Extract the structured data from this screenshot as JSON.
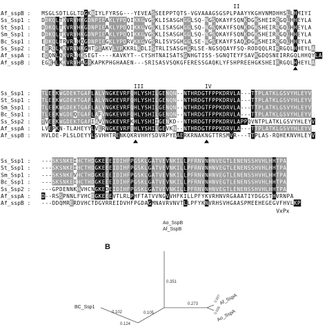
{
  "blocks": [
    {
      "seqs": [
        {
          "name": "Af_sspB",
          "text": "MSGLSDTLGLTDGKNIYLFYRSG---YEVEASSEEPPTQTS-VGVAAAGSGSPLPAAYYKGHVNMDHHSLLHMIYI"
        },
        {
          "name": "Ss_Ssp1",
          "text": "DDKQLTKVRVHKGDNPIEAKLYPDQIKKGVGSKLISASGHGGLSQ-NGSQKAYFSQNKDGKSHEIRRGQLHHEYLA"
        },
        {
          "name": "St_Ssp1",
          "text": "DDKQLTKVRVHKGDNPIEAKLYPDQIKKGVGSKLISASGHGGLSQ-NGSQKAYFSQNKDGKSHEIRRGQLHHEYLA"
        },
        {
          "name": "Sm_Ssp1",
          "text": "DDKQLTKVRVHKGDNPIEAKLYPDQIKKGVGSKLISASGHGGLSQ-NGSQKAYFSQNKDGKSHEIRRGQLHHEYLA"
        },
        {
          "name": "Bc_Ssp1",
          "text": "EDKQLTRVRLHQGDNPIEGKLYPDRVKKGVGSRLISVSGHGGLSE-NGSEKAYFSAQKDGKSHEIRRGQLHHEYLA"
        },
        {
          "name": "Ss_Ssp2",
          "text": "EDRQLMKVRVHKGHTPIAKVLYPKKRLKDLISTRLISASGHGRLSE-NGSQQAYFSQ-RODQQLRIRRGQLHHEYLA"
        },
        {
          "name": "Af_sspA",
          "text": "EDQNLQKVRLHKSEGT----KAVKYT--CYSHTNAISATSGNHGTISS-SGNQTEYFSAVKGDQSNEIRRGQLHHQYLA"
        },
        {
          "name": "Af_sspB",
          "text": "EGKHLKKVRVHAGDKAPKPHGHAAEN---SRISASVSQKGFERESSGAQKLYFSHPREEHGKSHEIRRGQLHHEYLA"
        }
      ],
      "markers": [
        {
          "label": "II",
          "col": 54
        }
      ],
      "arrows": [
        71
      ]
    },
    {
      "seqs": [
        {
          "name": "Ss_Ssp1",
          "text": "TLEEKWGDEKTGAFLALVNGKEVRFQHLYSHILGENQN--NTHRDGTFPPKDRVLA---TTPLATKLGSVYHLEYV"
        },
        {
          "name": "St_Ssp1",
          "text": "TLEEKWGDEKTGAFLALVNGKEVRFQHLYSHILGENQN--NTHRDGTFPPKDRVLA---TTPLATKLGSVYHLEYV"
        },
        {
          "name": "Sm_Ssp1",
          "text": "TLEEKWGDEKTGAFLALVNGKEVRFQHLYSHILGENQN--NTHRDGTFPPKDRVLA---TTPLATKLGSVYHLEYV"
        },
        {
          "name": "Bc_Ssp1",
          "text": "TLEEKWGDEQTGAFLAFVNGKEVRFQHLYSHILGENQN--NTHRDGTFPPKDRVLA---TTPLATKLGSVYHLEYV"
        },
        {
          "name": "Ss_Ssp2",
          "text": "TVEEKWGDEKTGAFIAVVNGKEVRFKHLYSHIIGENKD--NTHRDGTFPPKDRVLAPPQVNTPLATKLGSVYHLEYV"
        },
        {
          "name": "Af_sspA",
          "text": "LVEPKN-TLAHEYYLVLRNGKEVRFQHLYSHILGEVKN--NTHRDGTFPPKDRVLA---TTPLATKLGSVYHLEYV"
        },
        {
          "name": "Af_sspB",
          "text": "HVLDE-PLSLDEYYLSVHHTRENKQKRVHHYSDVRPYEAERKRNAKNGTTRSMVR---TTPLAS-RQHEKNVHLEYV"
        }
      ],
      "markers": [
        {
          "label": "III",
          "col": 26
        },
        {
          "label": "IV",
          "col": 46
        }
      ],
      "arrows": [
        26,
        46
      ]
    },
    {
      "seqs": [
        {
          "name": "Ss_Ssp1",
          "text": "---SKSNKEIHCTHDGKEEEIDIHFPGSKLGATVEVNKILLPFRNVNHNVEGTLENENSSHVHLHHTPA"
        },
        {
          "name": "St_Ssp1",
          "text": "---SKSNKEIHCTHDGKEEEIDIHFPGSKLGATVEVNKILLPFRNVNHNVEGTLENENSSHVHLHHTPA"
        },
        {
          "name": "Sm_Ssp1",
          "text": "---SKSNKEVHCTHDGKEEEIDIHFPGSKLGATVEVNKILLPFRNVNHNVEGTLENENSSHVHLHHTPA"
        },
        {
          "name": "Bc_Ssp1",
          "text": "---SKSNKEIHCTHDGKEEEIDIHFPGSKLGATVEVNKILLPFRNVNHNVEGTLENENSSHVHLHHTPA"
        },
        {
          "name": "Ss_Ssp2",
          "text": "---GPDENNKHVHCNGKEDEIDIHFPGSKLGATVEVNKILLPFRNVNHNVEGTLENENSSHVHLHHTPA"
        },
        {
          "name": "Af_sspA",
          "text": "D--RSSPNNLFVHCDGKEEEVTLRLPHFTATVVNGVVHFKILLPFYKVRHNVRGAAATIYDGGSTHVRNPA"
        },
        {
          "name": "Af_sspB",
          "text": "---DDQMRERDVHCTDGVRREIDVHFPGDAGMNAVRVNVTLLPFYKNVRHSVHGAASPMEEHEGEGVFHVLKP"
        }
      ],
      "markers": [],
      "arrows": [],
      "footer": {
        "label": "VxPx",
        "col": 68
      }
    }
  ],
  "tree": {
    "panel_label": "B",
    "leaves": {
      "ao_sspb": "Ao_SspB",
      "af_sspb": "Af_SspB",
      "bc_ssp1": "BC_Ssp1",
      "af_sspa": "Af_SspA",
      "ao_sspa": "Ao_SspA"
    },
    "branch_lengths": [
      "0.351",
      "0.102",
      "0.124",
      "0.105",
      "0.273",
      "0.007",
      "0.026"
    ]
  }
}
